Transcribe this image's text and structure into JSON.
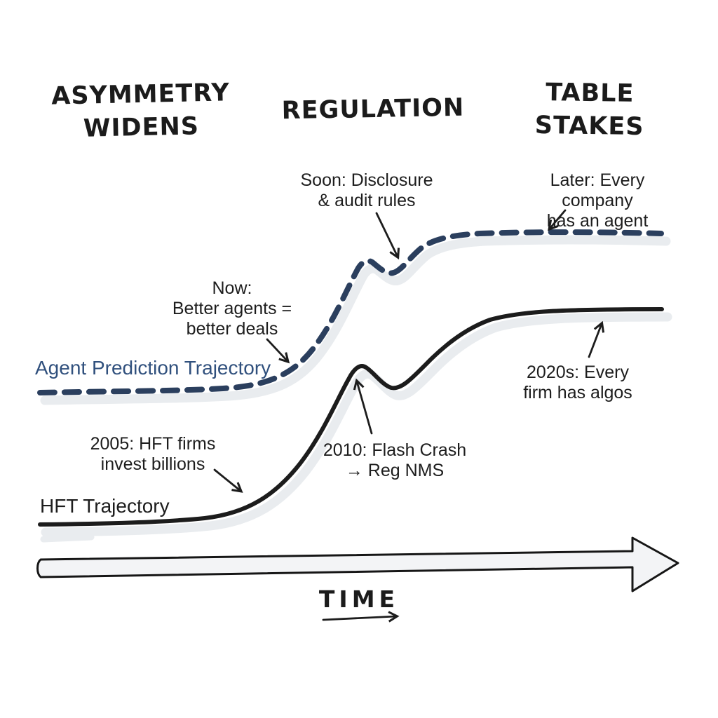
{
  "colors": {
    "background": "#ffffff",
    "agent_line": "#2b3f5e",
    "agent_label": "#30507d",
    "hft_line": "#1c1c1c",
    "curve_shadow": "#e9ecef",
    "text": "#1d1d1d",
    "heading_text": "#1b1b1b",
    "time_arrow_fill": "#f3f4f6",
    "time_arrow_stroke": "#161616"
  },
  "headers": [
    {
      "id": "asymmetry-widens",
      "text": "ASYMMETRY\nWIDENS"
    },
    {
      "id": "regulation",
      "text": "REGULATION"
    },
    {
      "id": "table-stakes",
      "text": "TABLE\nSTAKES"
    }
  ],
  "annotations": {
    "soon": "Soon: Disclosure\n& audit rules",
    "later": "Later: Every company\nhas an agent",
    "now": "Now:\nBetter agents =\nbetter deals",
    "hft_2005": "2005: HFT firms\ninvest billions",
    "crash_2010": "2010: Flash Crash\n→ Reg NMS",
    "algos_2020s": "2020s: Every\nfirm has algos"
  },
  "curves": {
    "agent": {
      "label": "Agent Prediction Trajectory",
      "style": "dashed",
      "shape": "flat low start, steep rise, small dip at disclosure point, high plateau"
    },
    "hft": {
      "label": "HFT Trajectory",
      "style": "solid",
      "shape": "flat low start, steep rise from 2005, peak and dip at 2010 flash crash, plateau in 2020s"
    }
  },
  "time_axis": {
    "label": "TIME"
  }
}
